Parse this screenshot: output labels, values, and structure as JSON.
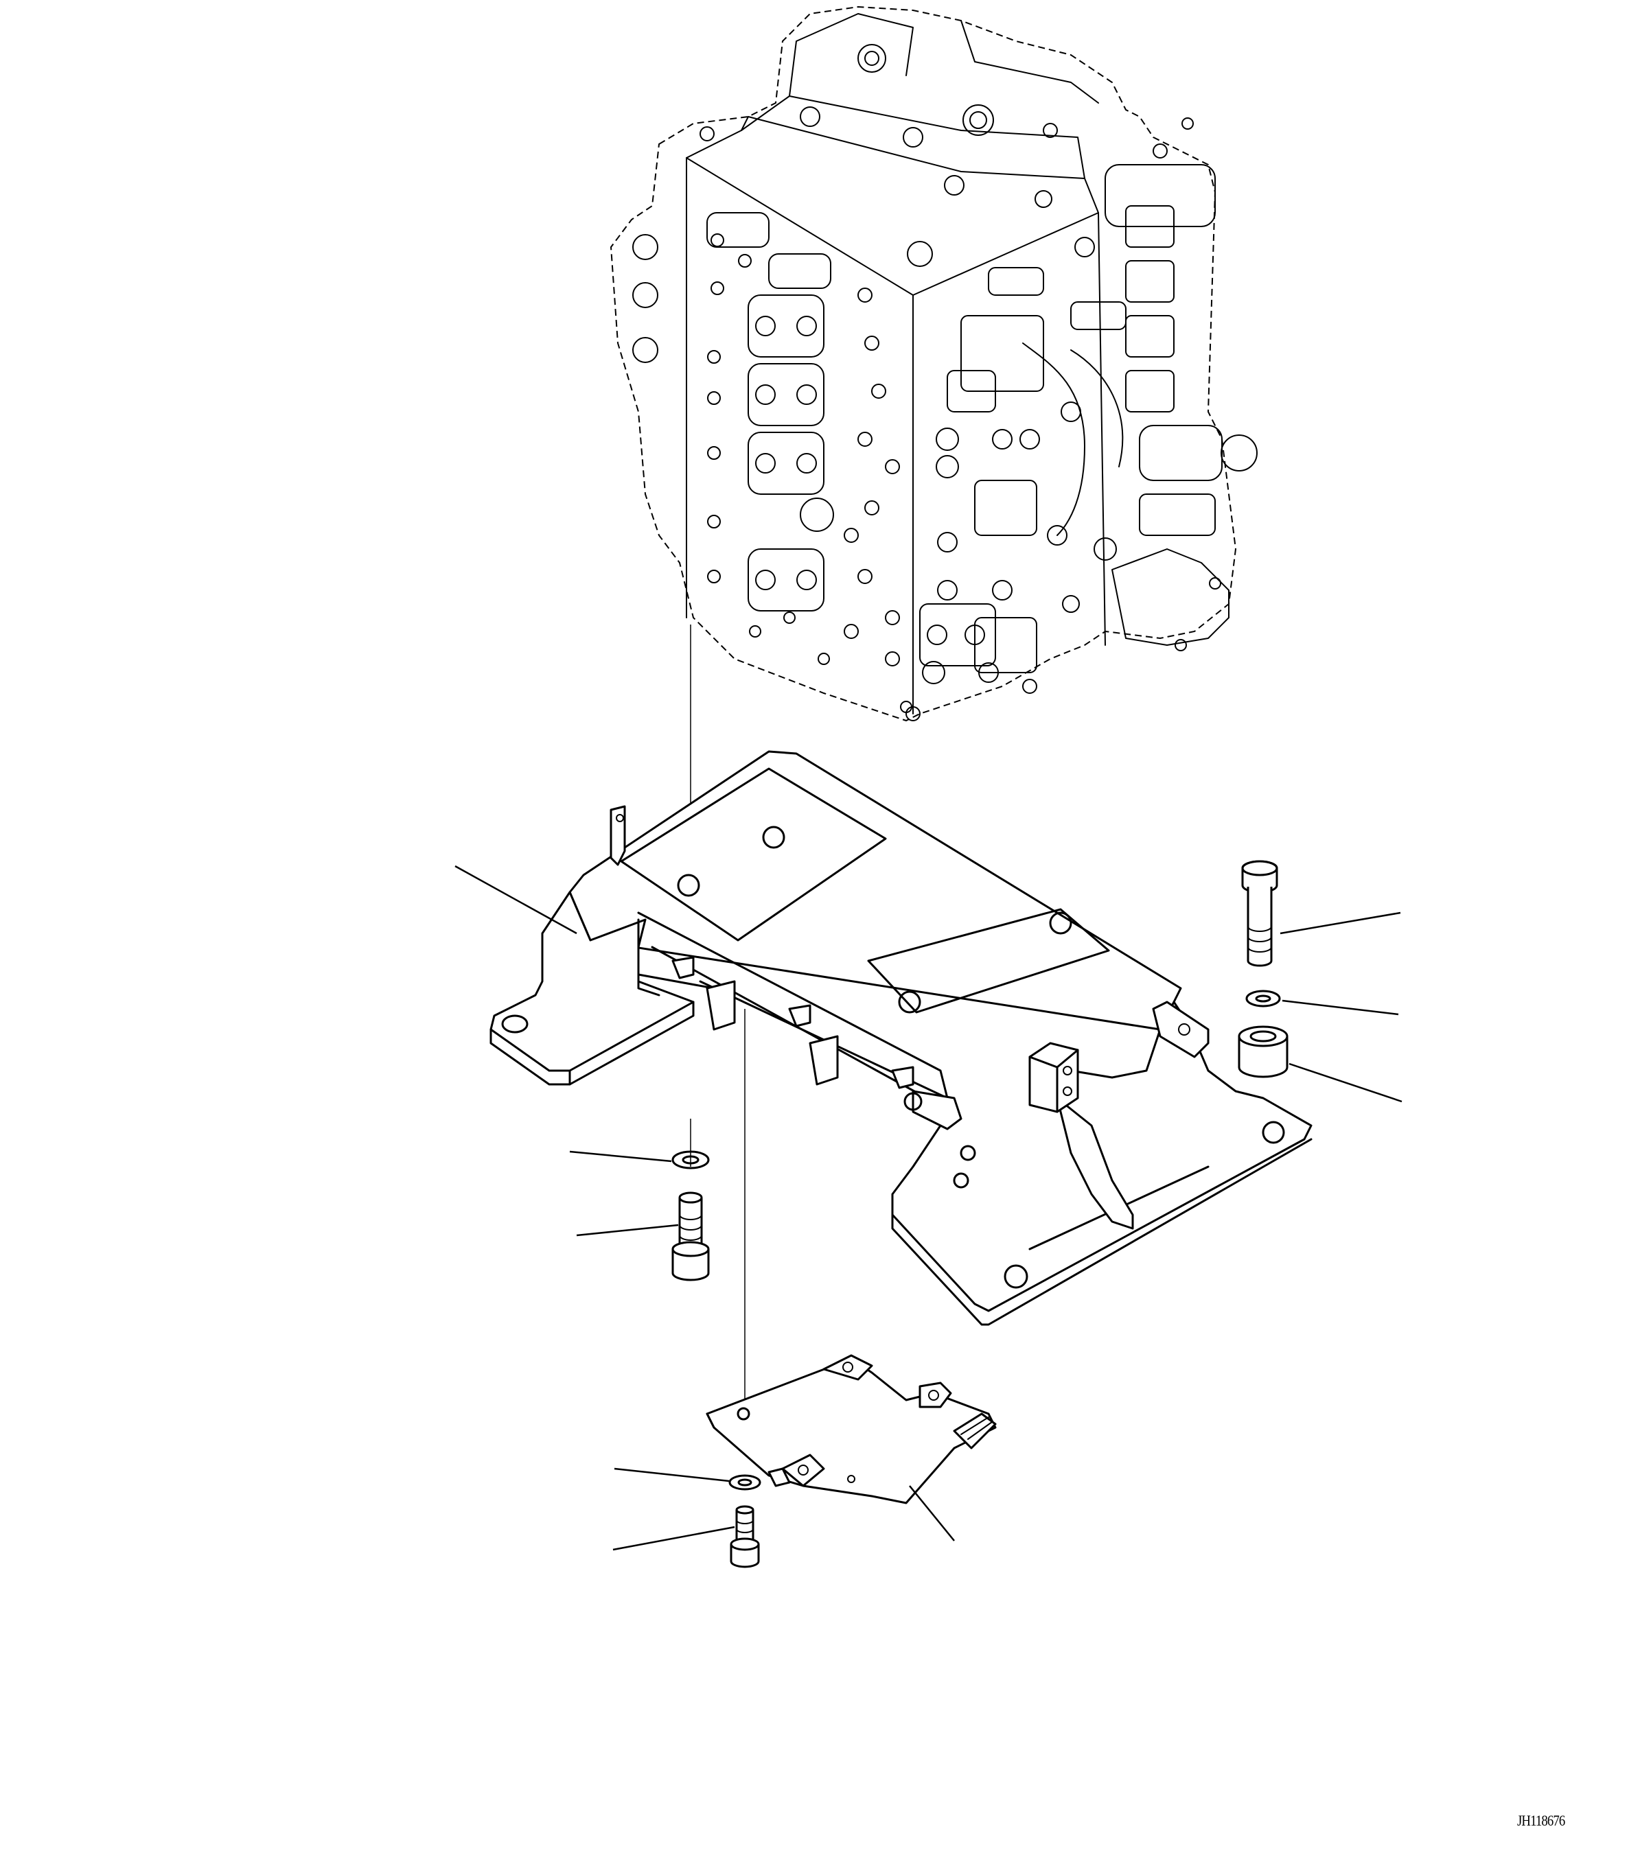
{
  "drawing": {
    "id_label": "JH118676",
    "components": [
      {
        "name": "control-valve",
        "icon": "control-valve-icon"
      },
      {
        "name": "valve-bracket",
        "icon": "bracket-icon"
      },
      {
        "name": "cover-plate",
        "icon": "cover-plate-icon"
      },
      {
        "name": "bolt-right",
        "icon": "bolt-icon"
      },
      {
        "name": "washer-right",
        "icon": "washer-icon"
      },
      {
        "name": "spacer-right",
        "icon": "spacer-icon"
      },
      {
        "name": "washer-left",
        "icon": "washer-icon"
      },
      {
        "name": "bolt-left",
        "icon": "bolt-icon"
      },
      {
        "name": "washer-bottom",
        "icon": "washer-icon"
      },
      {
        "name": "bolt-bottom",
        "icon": "bolt-icon"
      }
    ],
    "callouts_count": 10
  }
}
